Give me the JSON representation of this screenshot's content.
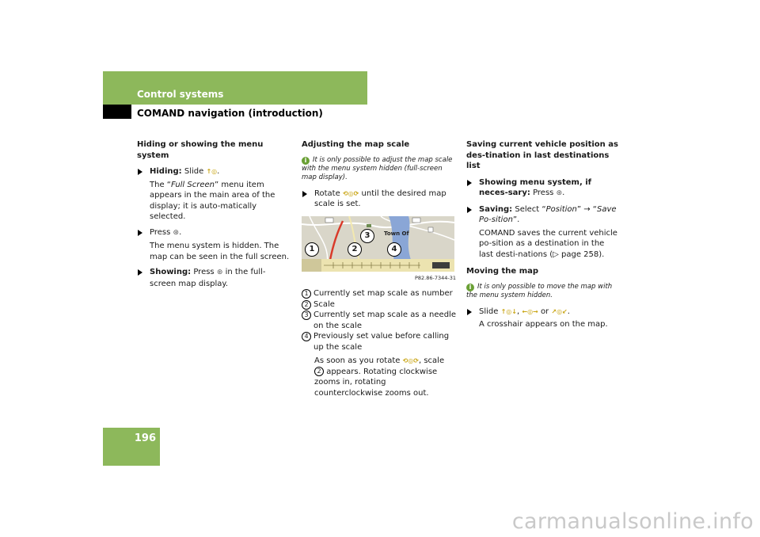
{
  "header": {
    "title": "Control systems",
    "subtitle": "COMAND navigation (introduction)"
  },
  "page_number": "196",
  "footer": {
    "watermark": "carmanualsonline.info"
  },
  "col1": {
    "heading": "Hiding or showing the menu system",
    "hiding_label": "Hiding:",
    "hiding_text": "Slide",
    "hiding_detail_pre": "The “",
    "hiding_detail_italic": "Full Screen",
    "hiding_detail_post": "” menu item appears in the main area of the display; it is auto-matically selected.",
    "press_text": "Press",
    "press_detail": "The menu system is hidden. The map can be seen in the full screen.",
    "showing_label": "Showing:",
    "showing_text_pre": "Press",
    "showing_text_post": "in the full-screen map display."
  },
  "col2": {
    "heading": "Adjusting the map scale",
    "note": "It is only possible to adjust the map scale with the menu system hidden (full-screen map display).",
    "rotate_pre": "Rotate",
    "rotate_post": "until the desired map scale is set.",
    "map_town_label": "Town Of",
    "map_caption": "P82.86-7344-31",
    "callouts": [
      "1",
      "2",
      "3",
      "4"
    ],
    "items": [
      {
        "num": "1",
        "text": "Currently set map scale as number"
      },
      {
        "num": "2",
        "text": "Scale"
      },
      {
        "num": "3",
        "text": "Currently set map scale as a needle on the scale"
      },
      {
        "num": "4",
        "text": "Previously set value before calling up the scale"
      }
    ],
    "soon_pre": "As soon as you rotate",
    "soon_mid": ", scale",
    "soon_num": "2",
    "soon_post": "appears. Rotating clockwise zooms in, rotating counterclockwise zooms out."
  },
  "col3": {
    "heading": "Saving current vehicle position as des-tination in last destinations list",
    "showing_label": "Showing menu system, if neces-sary:",
    "showing_text": "Press",
    "saving_label": "Saving:",
    "saving_pre": "Select “",
    "saving_italic1": "Position",
    "saving_mid": "” → “",
    "saving_italic2": "Save Po-sition",
    "saving_post": "”.",
    "saving_detail": "COMAND saves the current vehicle po-sition as a destination in the last desti-nations (▷ page 258).",
    "moving_heading": "Moving the map",
    "moving_note": "It is only possible to move the map with the menu system hidden.",
    "slide_pre": "Slide",
    "slide_sep1": ",",
    "slide_or": "or",
    "slide_end": ".",
    "crosshair": "A crosshair appears on the map."
  },
  "colors": {
    "accent": "#8db85b",
    "info": "#6aa035"
  }
}
